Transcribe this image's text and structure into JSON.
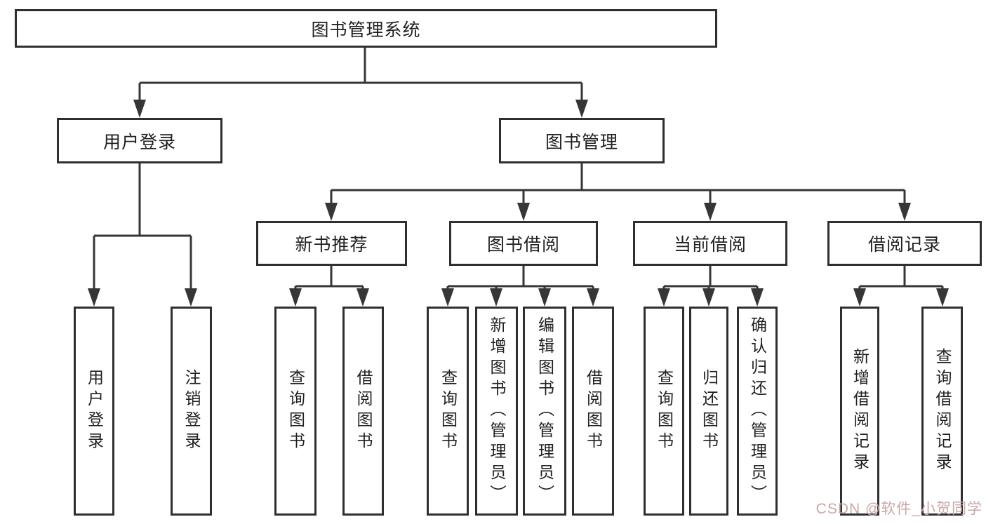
{
  "diagram": {
    "title": "图书管理系统",
    "branches": [
      {
        "label": "用户登录",
        "children": [
          {
            "label": "用户登录"
          },
          {
            "label": "注销登录"
          }
        ]
      },
      {
        "label": "图书管理",
        "groups": [
          {
            "label": "新书推荐",
            "children": [
              {
                "label": "查询图书"
              },
              {
                "label": "借阅图书"
              }
            ]
          },
          {
            "label": "图书借阅",
            "children": [
              {
                "label": "查询图书"
              },
              {
                "label": "新增图书（管理员）"
              },
              {
                "label": "编辑图书（管理员）"
              },
              {
                "label": "借阅图书"
              }
            ]
          },
          {
            "label": "当前借阅",
            "children": [
              {
                "label": "查询图书"
              },
              {
                "label": "归还图书"
              },
              {
                "label": "确认归还（管理员）"
              }
            ]
          },
          {
            "label": "借阅记录",
            "children": [
              {
                "label": "新增借阅记录"
              },
              {
                "label": "查询借阅记录"
              }
            ]
          }
        ]
      }
    ]
  },
  "watermark": {
    "text": "CSDN @软件_小贺同学"
  },
  "colors": {
    "line": "#363636",
    "box_border": "#2f2f2f",
    "text": "#1f1f1f",
    "watermark": "#c9a7a7",
    "background": "#ffffff"
  }
}
